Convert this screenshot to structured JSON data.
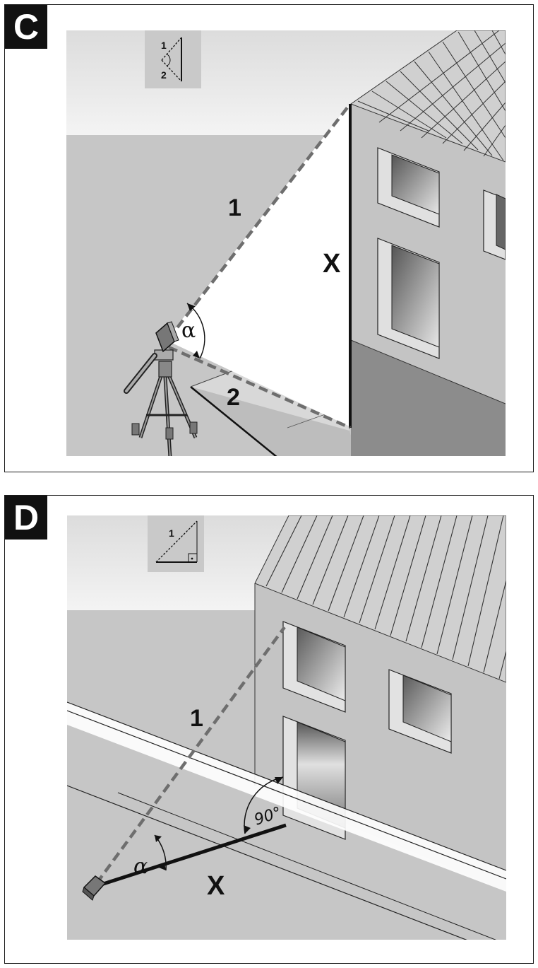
{
  "panel_c": {
    "badge": "C",
    "icon_label_1": "1",
    "icon_label_2": "2",
    "label_1": "1",
    "label_2": "2",
    "label_x": "X",
    "label_alpha": "α"
  },
  "panel_d": {
    "badge": "D",
    "icon_label_1": "1",
    "label_1": "1",
    "label_x": "X",
    "label_alpha": "α",
    "label_90": "90°"
  },
  "colors": {
    "background_gray": "#c8c8c8",
    "sky_gray": "#ebebeb",
    "wall_gray": "#c4c4c4",
    "base_gray": "#8a8a8a",
    "line_dark": "#111111",
    "dash_gray": "#707070"
  }
}
